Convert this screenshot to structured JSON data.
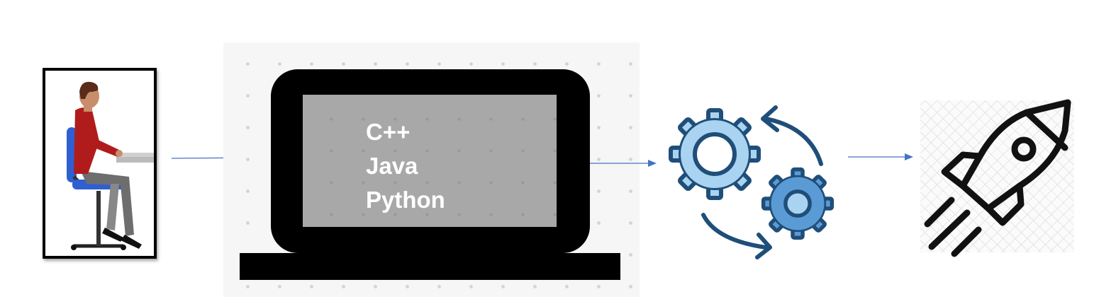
{
  "diagram": {
    "stages": [
      {
        "id": "developer",
        "icon": "person-at-desk-icon"
      },
      {
        "id": "laptop",
        "icon": "laptop-icon"
      },
      {
        "id": "processing",
        "icon": "gears-cycle-icon"
      },
      {
        "id": "launch",
        "icon": "rocket-icon"
      }
    ],
    "languages": [
      "C++",
      "Java",
      "Python"
    ],
    "colors": {
      "arrow": "#4472c4",
      "gear_light": "#a9d3f0",
      "gear_mid": "#5b9bd5",
      "gear_dark": "#1f4e79",
      "shirt": "#b01c1c",
      "chair": "#2f5fd0"
    }
  }
}
